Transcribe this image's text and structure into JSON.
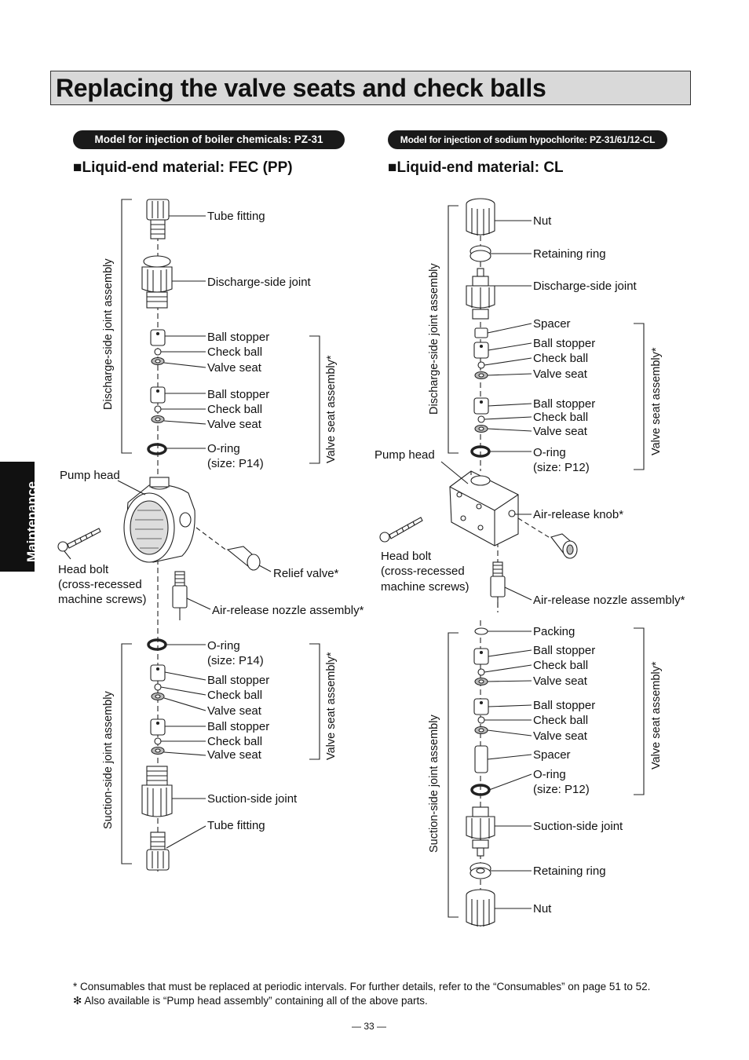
{
  "title": "Replacing the valve seats and check balls",
  "side_tab": "Maintenance",
  "left": {
    "model_pill": "Model for injection of boiler chemicals: PZ-31",
    "heading": "■Liquid-end material: FEC (PP)",
    "vertical": {
      "discharge": "Discharge-side joint assembly",
      "valve_upper": "Valve seat assembly*",
      "valve_lower": "Valve seat assembly*",
      "suction": "Suction-side joint assembly"
    },
    "labels": {
      "tube_fitting_top": "Tube fitting",
      "discharge_joint": "Discharge-side joint",
      "ball_stopper_1": "Ball stopper",
      "check_ball_1": "Check ball",
      "valve_seat_1": "Valve seat",
      "ball_stopper_2": "Ball stopper",
      "check_ball_2": "Check ball",
      "valve_seat_2": "Valve seat",
      "oring_top": "O-ring",
      "oring_top_size": "(size: P14)",
      "pump_head": "Pump head",
      "head_bolt": "Head bolt",
      "head_bolt_2": "(cross-recessed",
      "head_bolt_3": "machine screws)",
      "relief_valve": "Relief valve*",
      "air_nozzle": "Air-release nozzle assembly*",
      "oring_bottom": "O-ring",
      "oring_bottom_size": "(size: P14)",
      "ball_stopper_3": "Ball stopper",
      "check_ball_3": "Check ball",
      "valve_seat_3": "Valve seat",
      "ball_stopper_4": "Ball stopper",
      "check_ball_4": "Check ball",
      "valve_seat_4": "Valve seat",
      "suction_joint": "Suction-side joint",
      "tube_fitting_bottom": "Tube fitting"
    }
  },
  "right": {
    "model_pill": "Model for injection of sodium hypochlorite: PZ-31/61/12-CL",
    "heading": "■Liquid-end material: CL",
    "vertical": {
      "discharge": "Discharge-side joint assembly",
      "valve_upper": "Valve seat assembly*",
      "valve_lower": "Valve seat assembly*",
      "suction": "Suction-side joint assembly"
    },
    "labels": {
      "nut_top": "Nut",
      "retaining_ring_top": "Retaining ring",
      "discharge_joint": "Discharge-side joint",
      "spacer_top": "Spacer",
      "ball_stopper_1": "Ball stopper",
      "check_ball_1": "Check ball",
      "valve_seat_1": "Valve seat",
      "ball_stopper_2": "Ball stopper",
      "check_ball_2": "Check ball",
      "valve_seat_2": "Valve seat",
      "pump_head": "Pump head",
      "oring_top": "O-ring",
      "oring_top_size": "(size: P12)",
      "air_knob": "Air-release knob*",
      "head_bolt": "Head bolt",
      "head_bolt_2": "(cross-recessed",
      "head_bolt_3": "machine screws)",
      "air_nozzle": "Air-release nozzle assembly*",
      "packing": "Packing",
      "ball_stopper_3": "Ball stopper",
      "check_ball_3": "Check ball",
      "valve_seat_3": "Valve seat",
      "ball_stopper_4": "Ball stopper",
      "check_ball_4": "Check ball",
      "valve_seat_4": "Valve seat",
      "spacer_bottom": "Spacer",
      "oring_bottom": "O-ring",
      "oring_bottom_size": "(size: P12)",
      "suction_joint": "Suction-side joint",
      "retaining_ring_bottom": "Retaining ring",
      "nut_bottom": "Nut"
    }
  },
  "footnotes": {
    "note1": " * Consumables that must be replaced at periodic intervals. For further details, refer to the “Consumables” on page 51 to 52.",
    "note2": "✻ Also available is “Pump head assembly” containing all of the above parts."
  },
  "page_number": "— 33 —"
}
